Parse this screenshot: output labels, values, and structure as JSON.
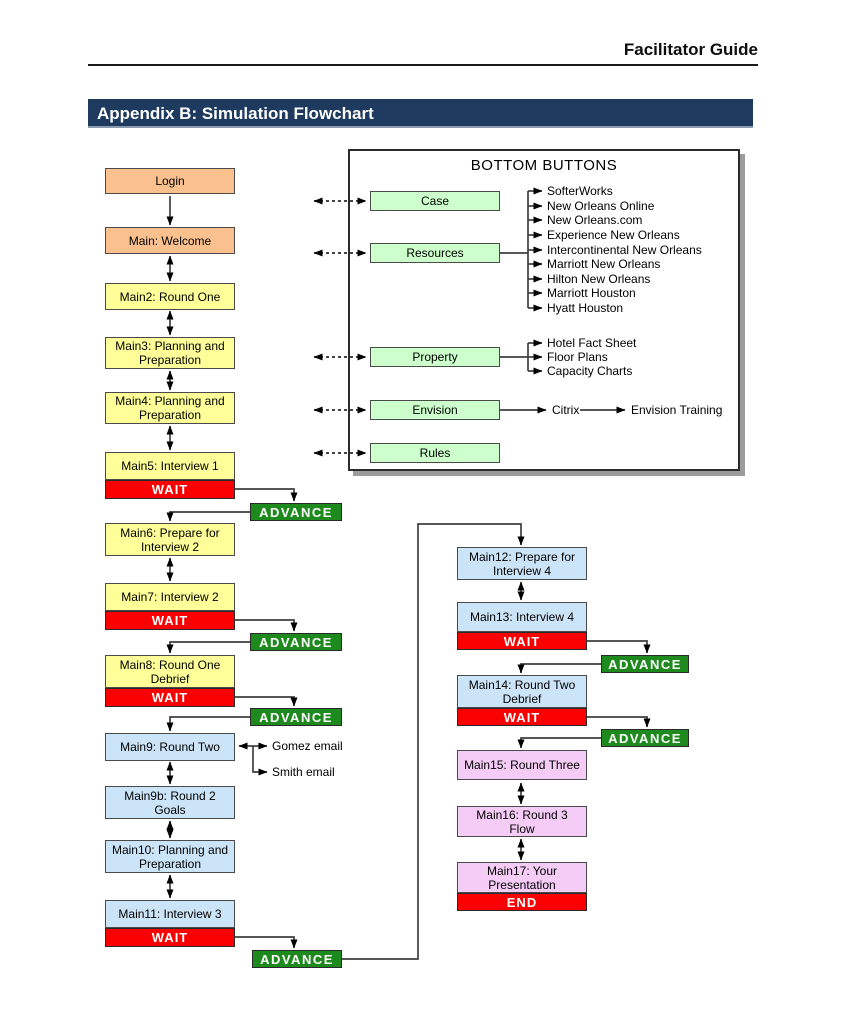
{
  "page": {
    "header_title": "Facilitator Guide",
    "section_title": "Appendix B: Simulation Flowchart"
  },
  "flow": {
    "nodes": {
      "login": "Login",
      "welcome": "Main: Welcome",
      "main2": "Main2: Round One",
      "main3": "Main3: Planning and\nPreparation",
      "main4": "Main4: Planning and\nPreparation",
      "main5": "Main5: Interview 1",
      "main6": "Main6: Prepare for\nInterview 2",
      "main7": "Main7: Interview 2",
      "main8": "Main8: Round One\nDebrief",
      "main9": "Main9: Round Two",
      "main9b": "Main9b: Round 2\nGoals",
      "main10": "Main10: Planning and\nPreparation",
      "main11": "Main11: Interview 3",
      "main12": "Main12: Prepare for\nInterview 4",
      "main13": "Main13: Interview 4",
      "main14": "Main14: Round Two\nDebrief",
      "main15": "Main15: Round Three",
      "main16": "Main16: Round 3\nFlow",
      "main17": "Main17: Your\nPresentation"
    },
    "badges": {
      "wait": "WAIT",
      "advance": "ADVANCE",
      "end": "END"
    },
    "emails": {
      "gomez": "Gomez email",
      "smith": "Smith email"
    }
  },
  "bottom_buttons": {
    "title": "BOTTOM BUTTONS",
    "buttons": {
      "case": "Case",
      "resources": "Resources",
      "property": "Property",
      "envision": "Envision",
      "rules": "Rules"
    },
    "resources_links": [
      "SofterWorks",
      "New Orleans Online",
      "New Orleans.com",
      "Experience New Orleans",
      "Intercontinental New Orleans",
      "Marriott New Orleans",
      "Hilton New Orleans",
      "Marriott Houston",
      "Hyatt Houston"
    ],
    "property_links": [
      "Hotel Fact Sheet",
      "Floor Plans",
      "Capacity Charts"
    ],
    "envision_links": [
      "Citrix",
      "Envision Training"
    ]
  },
  "colors": {
    "section_bar": "#1E3A5E",
    "node_orange": "#FAC08E",
    "node_yellow": "#FFFF99",
    "node_blue": "#CBE4F7",
    "node_pink": "#F5CCF5",
    "button_green": "#CCFFCC",
    "wait_red": "#FA0000",
    "advance_green": "#1E8A1E",
    "connector": "#3f3f3f"
  }
}
